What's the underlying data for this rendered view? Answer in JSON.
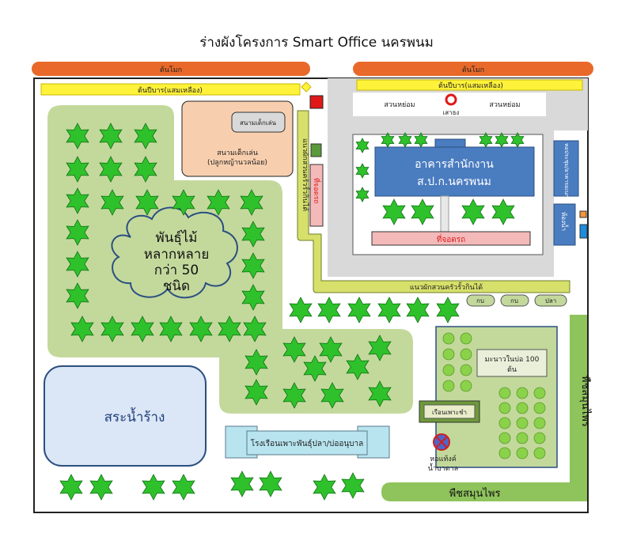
{
  "title": "ร่างผังโครงการ  Smart Office  นครพนม",
  "labels": {
    "tree_top_left": "ต้นโมก",
    "tree_top_right": "ต้นโมก",
    "hedge_left": "ต้นปีบาร(แสมเหลือง)",
    "hedge_right": "ต้นปีบาร(แสมเหลือง)",
    "garden_left": "สวนหย่อม",
    "garden_right": "สวนหย่อม",
    "flagpole": "เสาธง",
    "sandbox": "สนามเด็กเล่น",
    "playground": "สนามเด็กเล่น",
    "playground_sub": "(ปลูกหญ้านวลน้อย)",
    "veg_path_vertical": "แนวผักสวนครัวรั้วกินได้",
    "parking_side": "ที่จอดรถ",
    "office_line1": "อาคารสำนักงาน",
    "office_line2": "ส.ป.ก.นครพนม",
    "parking_front": "ที่จอดรถ",
    "right_building": "หอประชุม/อาคารอเนกประสงค์",
    "toilet": "ห้องน้ำ",
    "veg_path_bottom": "แนวผักสวนครัวรั้วกินได้",
    "pond1": "กบ",
    "pond2": "กบ",
    "pond3": "ปลา",
    "cloud_line1": "พันธุ์ไม้",
    "cloud_line2": "หลากหลาย",
    "cloud_line3": "กว่า  50",
    "cloud_line4": "ชนิด",
    "lime_line1": "มะนาวในบ่อ 100",
    "lime_line2": "ต้น",
    "seedling_house": "เรือนเพาะชำ",
    "reservoir": "สระน้ำร้าง",
    "greenhouse": "โรงเรือนเพาะพันธุ์ปลา/บ่ออนุบาล",
    "water_tower_line1": "หอแท้งค์",
    "water_tower_line2": "น้ำบาดาล",
    "herb_vertical": "พืชสมุนไพร",
    "herb_bottom": "พืชสมุนไพร"
  },
  "colors": {
    "moke_tree": "#e8692a",
    "hedge": "#fff23a",
    "lawn": "#c3d99c",
    "road": "#d9d9d9",
    "office": "#4a7cc0",
    "parking": "#f4b9b9",
    "path": "#d7e06a",
    "herb": "#8fc35c",
    "reservoir": "#dbe6f6",
    "greenhouse": "#b8e4ef",
    "playground": "#f8cfae",
    "star": "#2fc12b"
  }
}
